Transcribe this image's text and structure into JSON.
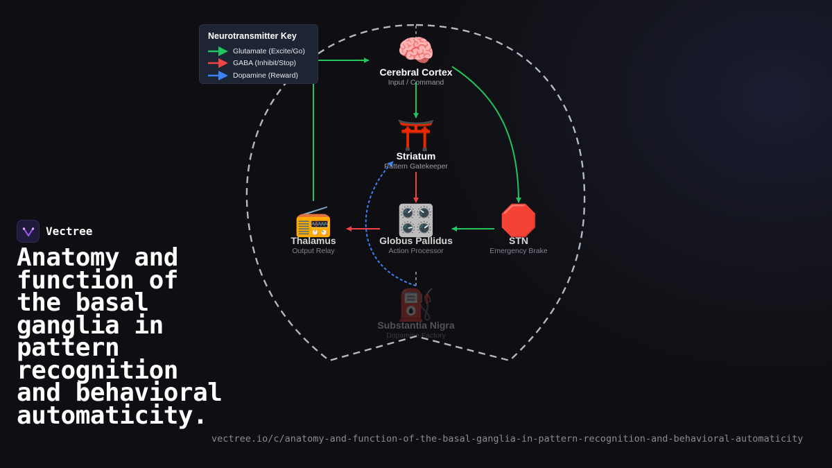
{
  "legend": {
    "title": "Neurotransmitter Key",
    "items": [
      {
        "label": "Glutamate (Excite/Go)",
        "color": "#22c55e"
      },
      {
        "label": "GABA (Inhibit/Stop)",
        "color": "#ef4444"
      },
      {
        "label": "Dopamine (Reward)",
        "color": "#3b82f6"
      }
    ]
  },
  "nodes": {
    "cortex": {
      "icon": "🧠",
      "icon_name": "brain-icon",
      "title": "Cerebral Cortex",
      "subtitle": "Input / Command"
    },
    "striatum": {
      "icon": "⛩️",
      "icon_name": "torii-gate-icon",
      "title": "Striatum",
      "subtitle": "Pattern Gatekeeper"
    },
    "thalamus": {
      "icon": "📻",
      "icon_name": "radio-icon",
      "title": "Thalamus",
      "subtitle": "Output Relay"
    },
    "globus": {
      "icon": "🎛️",
      "icon_name": "control-knobs-icon",
      "title": "Globus Pallidus",
      "subtitle": "Action Processor"
    },
    "stn": {
      "icon": "🛑",
      "icon_name": "stop-sign-icon",
      "title": "STN",
      "subtitle": "Emergency Brake"
    },
    "nigra": {
      "icon": "⛽",
      "icon_name": "fuel-pump-icon",
      "title": "Substantia Nigra",
      "subtitle": "Dopamine Factory"
    }
  },
  "brand": {
    "name": "Vectree"
  },
  "headline": "Anatomy and function of the basal ganglia in pattern recognition and behavioral automaticity.",
  "url": "vectree.io/c/anatomy-and-function-of-the-basal-ganglia-in-pattern-recognition-and-behavioral-automaticity",
  "colors": {
    "glutamate": "#22c55e",
    "gaba": "#ef4444",
    "dopamine": "#3b82f6",
    "outline": "#d4d6e0"
  }
}
